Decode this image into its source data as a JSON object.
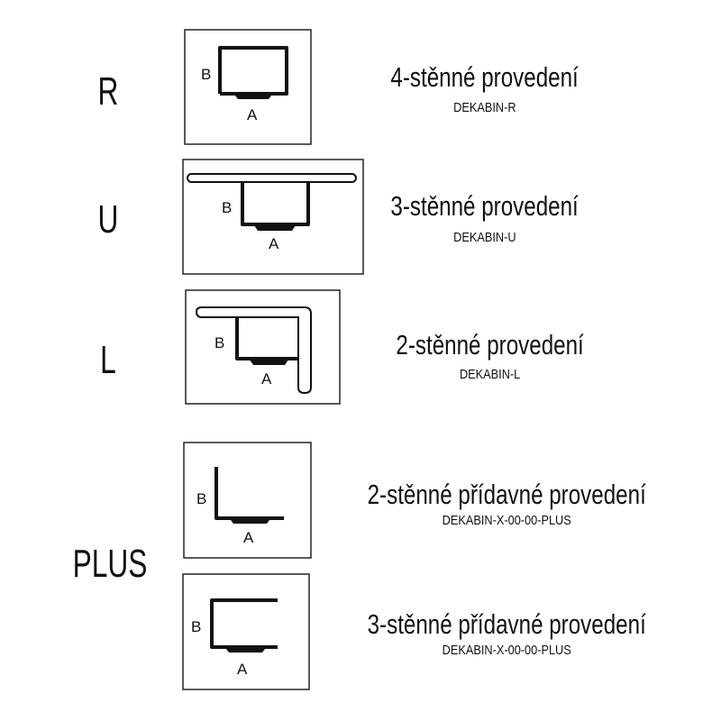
{
  "variants": [
    {
      "group": "R",
      "title": "4-stěnné provedení",
      "code": "DEKABIN-R"
    },
    {
      "group": "U",
      "title": "3-stěnné provedení",
      "code": "DEKABIN-U"
    },
    {
      "group": "L",
      "title": "2-stěnné provedení",
      "code": "DEKABIN-L"
    },
    {
      "group": "PLUS",
      "title": "2-stěnné přídavné provedení",
      "code": "DEKABIN-X-00-00-PLUS"
    },
    {
      "group": "",
      "title": "3-stěnné přídavné provedení",
      "code": "DEKABIN-X-00-00-PLUS"
    }
  ],
  "dimension_labels": {
    "a": "A",
    "b": "B"
  }
}
